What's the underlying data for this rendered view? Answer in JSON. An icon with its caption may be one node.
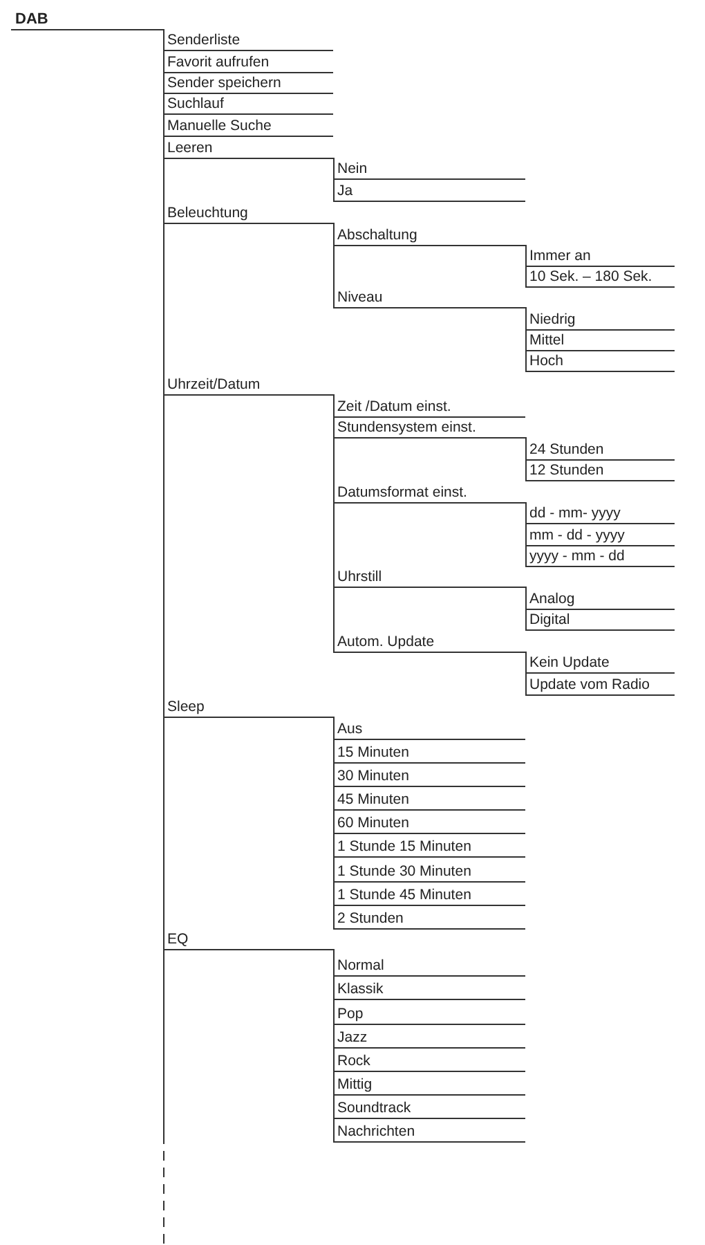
{
  "diagram": {
    "nodes": [
      {
        "text": [
          "DAB"
        ]
      },
      {
        "text": [
          "Senderliste"
        ]
      },
      {
        "text": [
          "Favorit aufrufen"
        ]
      },
      {
        "text": [
          "Sender speichern"
        ]
      },
      {
        "text": [
          "Suchlauf"
        ]
      },
      {
        "text": [
          "Manuelle Suche"
        ]
      },
      {
        "text": [
          "Leeren"
        ]
      },
      {
        "text": [
          "Nein"
        ]
      },
      {
        "text": [
          "Ja"
        ]
      },
      {
        "text": [
          "Beleuchtung"
        ]
      },
      {
        "text": [
          "Abschaltung"
        ]
      },
      {
        "text": [
          "Immer an"
        ]
      },
      {
        "text": [
          "10 Sek. – 180 Sek."
        ]
      },
      {
        "text": [
          "Niveau"
        ]
      },
      {
        "text": [
          "Niedrig"
        ]
      },
      {
        "text": [
          "Mittel"
        ]
      },
      {
        "text": [
          "Hoch"
        ]
      },
      {
        "text": [
          "Uhrzeit/Datum"
        ]
      },
      {
        "text": [
          "Zeit /Datum einst."
        ]
      },
      {
        "text": [
          "Stundensystem einst."
        ]
      },
      {
        "text": [
          "24 Stunden"
        ]
      },
      {
        "text": [
          "12 Stunden"
        ]
      },
      {
        "text": [
          "Datumsformat einst."
        ]
      },
      {
        "text": [
          "dd - mm- yyyy"
        ]
      },
      {
        "text": [
          "mm - dd - yyyy"
        ]
      },
      {
        "text": [
          "yyyy - mm - dd"
        ]
      },
      {
        "text": [
          "Uhrstill"
        ]
      },
      {
        "text": [
          "Analog"
        ]
      },
      {
        "text": [
          "Digital"
        ]
      },
      {
        "text": [
          "Autom. Update"
        ]
      },
      {
        "text": [
          "Kein Update"
        ]
      },
      {
        "text": [
          "Update vom Radio"
        ]
      },
      {
        "text": [
          "Sleep"
        ]
      },
      {
        "text": [
          "Aus"
        ]
      },
      {
        "text": [
          "15 Minuten"
        ]
      },
      {
        "text": [
          "30 Minuten"
        ]
      },
      {
        "text": [
          "45 Minuten"
        ]
      },
      {
        "text": [
          "60 Minuten"
        ]
      },
      {
        "text": [
          "1 Stunde 15 Minuten"
        ]
      },
      {
        "text": [
          "1 Stunde 30 Minuten"
        ]
      },
      {
        "text": [
          "1 Stunde 45 Minuten"
        ]
      },
      {
        "text": [
          "2 Stunden"
        ]
      },
      {
        "text": [
          "EQ"
        ]
      },
      {
        "text": [
          "Normal"
        ]
      },
      {
        "text": [
          "Klassik"
        ]
      },
      {
        "text": [
          "Pop"
        ]
      },
      {
        "text": [
          "Jazz"
        ]
      },
      {
        "text": [
          "Rock"
        ]
      },
      {
        "text": [
          "Mittig"
        ]
      },
      {
        "text": [
          "Soundtrack"
        ]
      },
      {
        "text": [
          "Nachrichten"
        ]
      }
    ],
    "edges": [
      {
        "from": 0,
        "to": 1,
        "arrow": "none"
      },
      {
        "from": 0,
        "to": 2,
        "arrow": "none"
      },
      {
        "from": 0,
        "to": 3,
        "arrow": "none"
      },
      {
        "from": 0,
        "to": 4,
        "arrow": "none"
      },
      {
        "from": 0,
        "to": 5,
        "arrow": "none"
      },
      {
        "from": 0,
        "to": 6,
        "arrow": "none"
      },
      {
        "from": 6,
        "to": 7,
        "arrow": "none"
      },
      {
        "from": 6,
        "to": 8,
        "arrow": "none"
      },
      {
        "from": 0,
        "to": 9,
        "arrow": "none"
      },
      {
        "from": 9,
        "to": 10,
        "arrow": "none"
      },
      {
        "from": 10,
        "to": 11,
        "arrow": "none"
      },
      {
        "from": 10,
        "to": 12,
        "arrow": "none"
      },
      {
        "from": 9,
        "to": 13,
        "arrow": "none"
      },
      {
        "from": 13,
        "to": 14,
        "arrow": "none"
      },
      {
        "from": 13,
        "to": 15,
        "arrow": "none"
      },
      {
        "from": 13,
        "to": 16,
        "arrow": "none"
      },
      {
        "from": 0,
        "to": 17,
        "arrow": "none"
      },
      {
        "from": 17,
        "to": 18,
        "arrow": "none"
      },
      {
        "from": 17,
        "to": 19,
        "arrow": "none"
      },
      {
        "from": 19,
        "to": 20,
        "arrow": "none"
      },
      {
        "from": 19,
        "to": 21,
        "arrow": "none"
      },
      {
        "from": 17,
        "to": 22,
        "arrow": "none"
      },
      {
        "from": 22,
        "to": 23,
        "arrow": "none"
      },
      {
        "from": 22,
        "to": 24,
        "arrow": "none"
      },
      {
        "from": 22,
        "to": 25,
        "arrow": "none"
      },
      {
        "from": 17,
        "to": 26,
        "arrow": "none"
      },
      {
        "from": 26,
        "to": 27,
        "arrow": "none"
      },
      {
        "from": 26,
        "to": 28,
        "arrow": "none"
      },
      {
        "from": 17,
        "to": 29,
        "arrow": "none"
      },
      {
        "from": 29,
        "to": 30,
        "arrow": "none"
      },
      {
        "from": 29,
        "to": 31,
        "arrow": "none"
      },
      {
        "from": 0,
        "to": 32,
        "arrow": "none"
      },
      {
        "from": 32,
        "to": 33,
        "arrow": "none"
      },
      {
        "from": 32,
        "to": 34,
        "arrow": "none"
      },
      {
        "from": 32,
        "to": 35,
        "arrow": "none"
      },
      {
        "from": 32,
        "to": 36,
        "arrow": "none"
      },
      {
        "from": 32,
        "to": 37,
        "arrow": "none"
      },
      {
        "from": 32,
        "to": 38,
        "arrow": "none"
      },
      {
        "from": 32,
        "to": 39,
        "arrow": "none"
      },
      {
        "from": 32,
        "to": 40,
        "arrow": "none"
      },
      {
        "from": 32,
        "to": 41,
        "arrow": "none"
      },
      {
        "from": 0,
        "to": 42,
        "arrow": "none"
      },
      {
        "from": 42,
        "to": 43,
        "arrow": "none"
      },
      {
        "from": 42,
        "to": 44,
        "arrow": "none"
      },
      {
        "from": 42,
        "to": 45,
        "arrow": "none"
      },
      {
        "from": 42,
        "to": 46,
        "arrow": "none"
      },
      {
        "from": 42,
        "to": 47,
        "arrow": "none"
      },
      {
        "from": 42,
        "to": 48,
        "arrow": "none"
      },
      {
        "from": 42,
        "to": 49,
        "arrow": "none"
      },
      {
        "from": 42,
        "to": 50,
        "arrow": "none"
      },
      {
        "from": 0,
        "to": null,
        "arrow": "none",
        "style": "dashed"
      }
    ]
  }
}
